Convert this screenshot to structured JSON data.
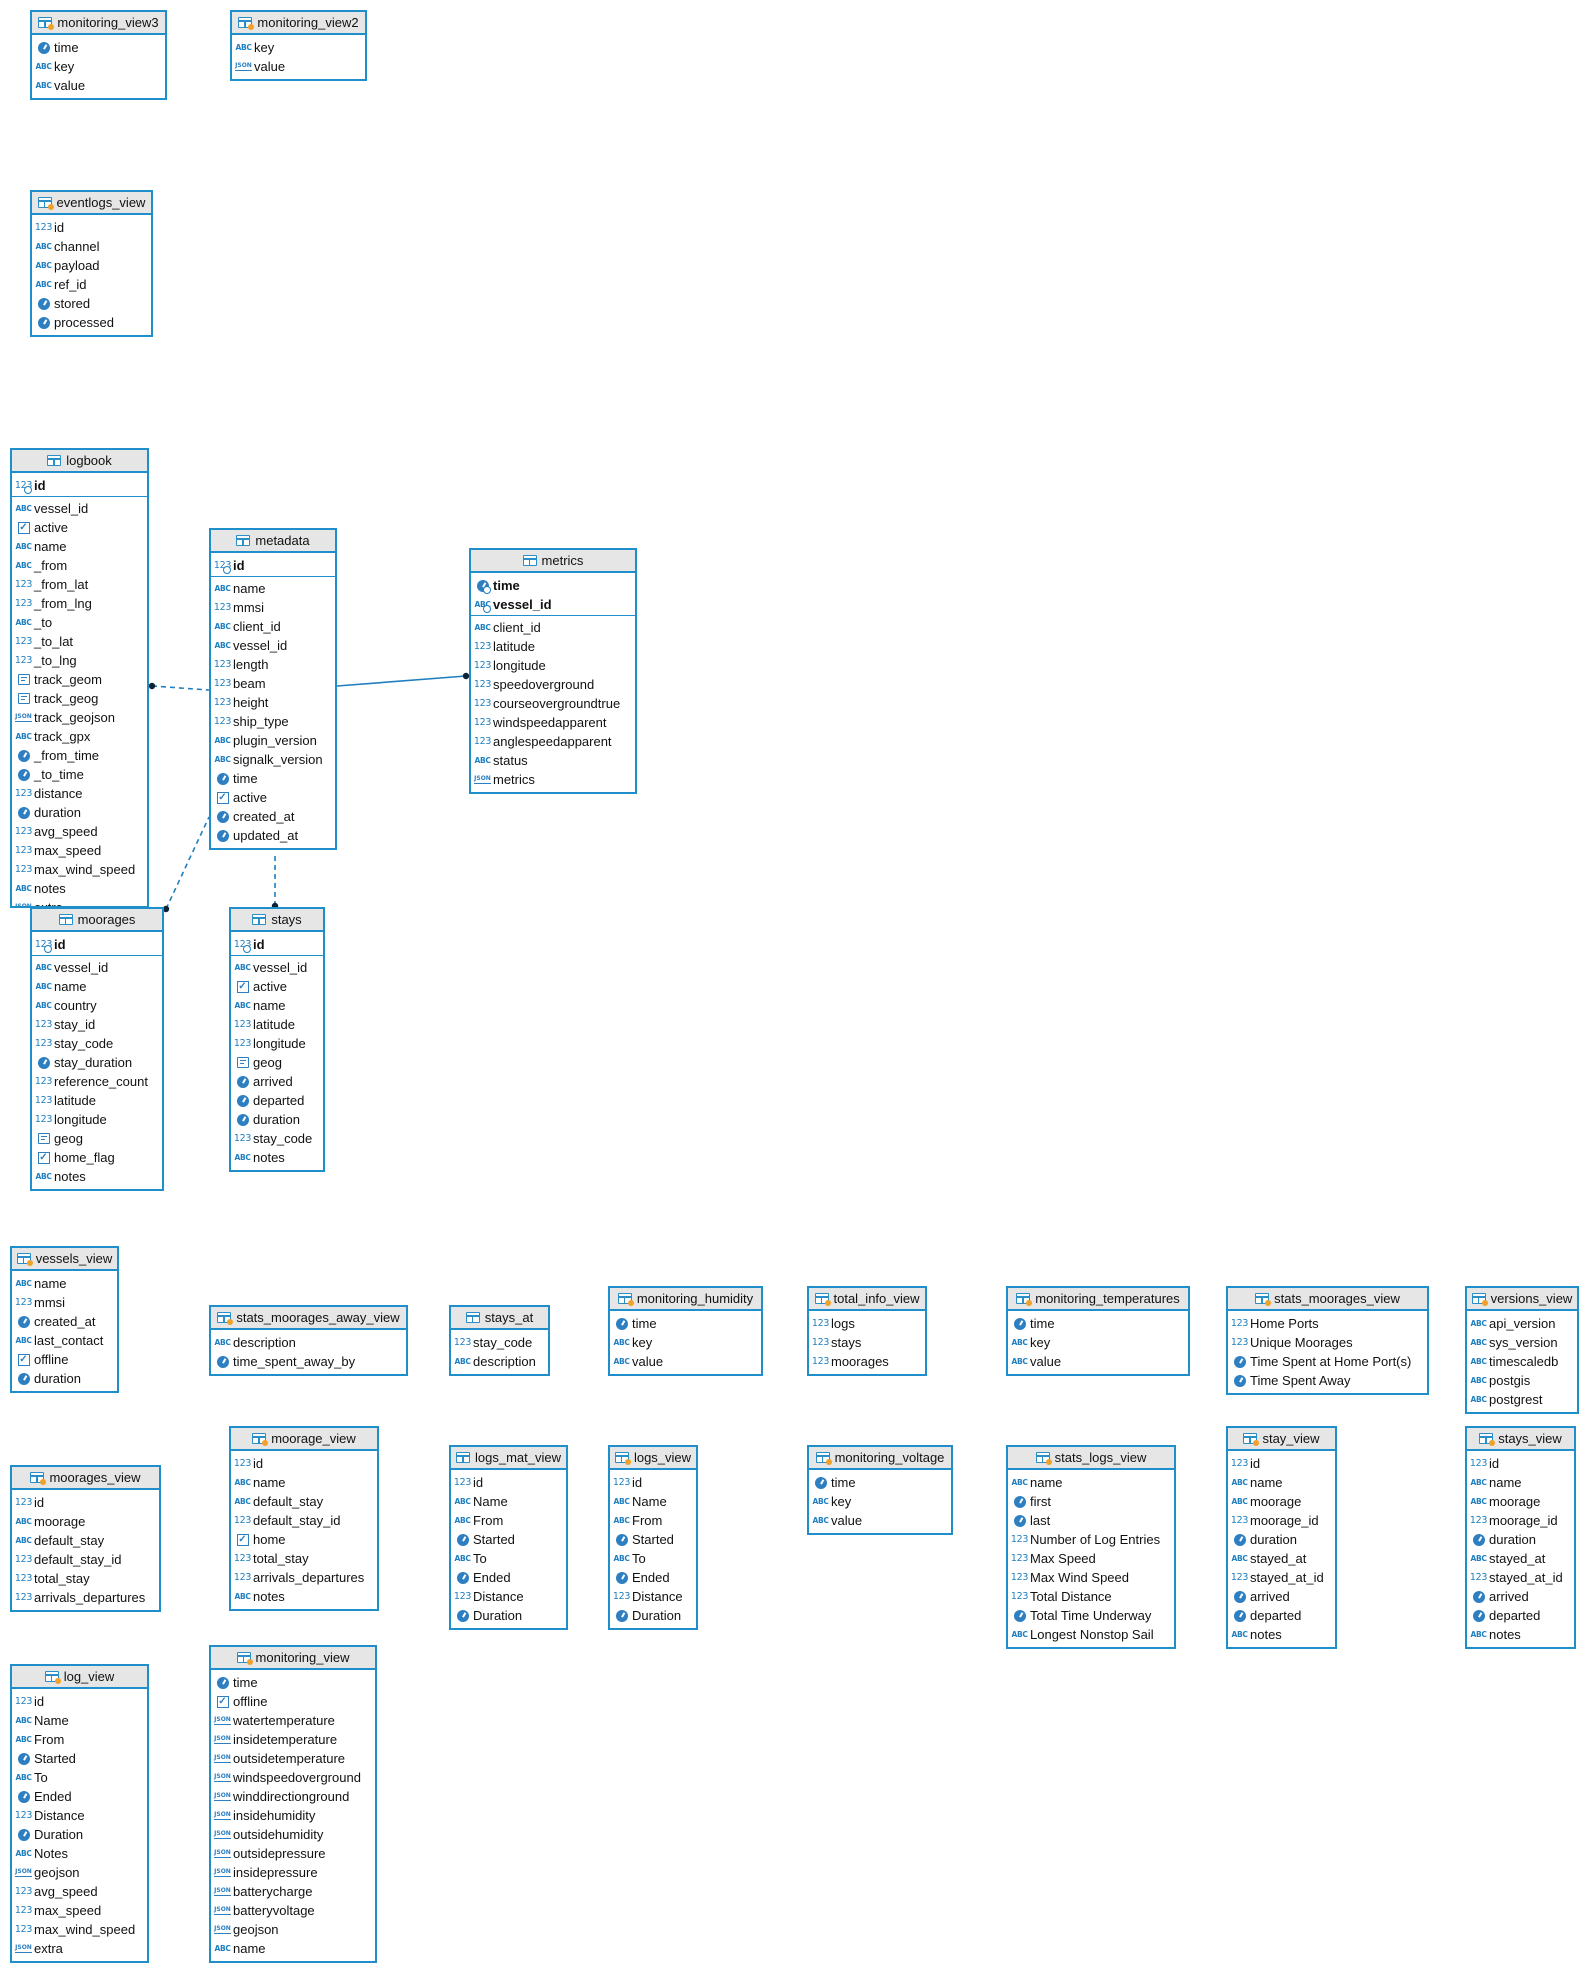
{
  "tables": [
    {
      "id": "monitoring_view3",
      "name": "monitoring_view3",
      "kind": "view",
      "pk": [],
      "cols": [
        {
          "t": "clock",
          "n": "time"
        },
        {
          "t": "abc",
          "n": "key"
        },
        {
          "t": "abc",
          "n": "value"
        }
      ]
    },
    {
      "id": "monitoring_view2",
      "name": "monitoring_view2",
      "kind": "view",
      "pk": [],
      "cols": [
        {
          "t": "abc",
          "n": "key"
        },
        {
          "t": "json",
          "n": "value"
        }
      ]
    },
    {
      "id": "eventlogs_view",
      "name": "eventlogs_view",
      "kind": "view",
      "pk": [],
      "cols": [
        {
          "t": "num",
          "n": "id"
        },
        {
          "t": "abc",
          "n": "channel"
        },
        {
          "t": "abc",
          "n": "payload"
        },
        {
          "t": "abc",
          "n": "ref_id"
        },
        {
          "t": "clock",
          "n": "stored"
        },
        {
          "t": "clock",
          "n": "processed"
        }
      ]
    },
    {
      "id": "logbook",
      "name": "logbook",
      "kind": "table",
      "pk": [
        {
          "t": "numkey",
          "n": "id"
        }
      ],
      "cols": [
        {
          "t": "abc",
          "n": "vessel_id"
        },
        {
          "t": "bool",
          "n": "active"
        },
        {
          "t": "abc",
          "n": "name"
        },
        {
          "t": "abc",
          "n": "_from"
        },
        {
          "t": "num",
          "n": "_from_lat"
        },
        {
          "t": "num",
          "n": "_from_lng"
        },
        {
          "t": "abc",
          "n": "_to"
        },
        {
          "t": "num",
          "n": "_to_lat"
        },
        {
          "t": "num",
          "n": "_to_lng"
        },
        {
          "t": "geo",
          "n": "track_geom"
        },
        {
          "t": "geo",
          "n": "track_geog"
        },
        {
          "t": "json",
          "n": "track_geojson"
        },
        {
          "t": "abc",
          "n": "track_gpx"
        },
        {
          "t": "clock",
          "n": "_from_time"
        },
        {
          "t": "clock",
          "n": "_to_time"
        },
        {
          "t": "num",
          "n": "distance"
        },
        {
          "t": "clock",
          "n": "duration"
        },
        {
          "t": "num",
          "n": "avg_speed"
        },
        {
          "t": "num",
          "n": "max_speed"
        },
        {
          "t": "num",
          "n": "max_wind_speed"
        },
        {
          "t": "abc",
          "n": "notes"
        },
        {
          "t": "json",
          "n": "extra"
        }
      ]
    },
    {
      "id": "metadata",
      "name": "metadata",
      "kind": "table",
      "pk": [
        {
          "t": "numkey",
          "n": "id"
        }
      ],
      "cols": [
        {
          "t": "abc",
          "n": "name"
        },
        {
          "t": "num",
          "n": "mmsi"
        },
        {
          "t": "abc",
          "n": "client_id"
        },
        {
          "t": "abc",
          "n": "vessel_id"
        },
        {
          "t": "num",
          "n": "length"
        },
        {
          "t": "num",
          "n": "beam"
        },
        {
          "t": "num",
          "n": "height"
        },
        {
          "t": "num",
          "n": "ship_type"
        },
        {
          "t": "abc",
          "n": "plugin_version"
        },
        {
          "t": "abc",
          "n": "signalk_version"
        },
        {
          "t": "clock",
          "n": "time"
        },
        {
          "t": "bool",
          "n": "active"
        },
        {
          "t": "clock",
          "n": "created_at"
        },
        {
          "t": "clock",
          "n": "updated_at"
        }
      ]
    },
    {
      "id": "metrics",
      "name": "metrics",
      "kind": "table",
      "pk": [
        {
          "t": "clockkey",
          "n": "time"
        },
        {
          "t": "abckey",
          "n": "vessel_id"
        }
      ],
      "cols": [
        {
          "t": "abc",
          "n": "client_id"
        },
        {
          "t": "num",
          "n": "latitude"
        },
        {
          "t": "num",
          "n": "longitude"
        },
        {
          "t": "num",
          "n": "speedoverground"
        },
        {
          "t": "num",
          "n": "courseovergroundtrue"
        },
        {
          "t": "num",
          "n": "windspeedapparent"
        },
        {
          "t": "num",
          "n": "anglespeedapparent"
        },
        {
          "t": "abc",
          "n": "status"
        },
        {
          "t": "json",
          "n": "metrics"
        }
      ]
    },
    {
      "id": "moorages",
      "name": "moorages",
      "kind": "table",
      "pk": [
        {
          "t": "numkey",
          "n": "id"
        }
      ],
      "cols": [
        {
          "t": "abc",
          "n": "vessel_id"
        },
        {
          "t": "abc",
          "n": "name"
        },
        {
          "t": "abc",
          "n": "country"
        },
        {
          "t": "num",
          "n": "stay_id"
        },
        {
          "t": "num",
          "n": "stay_code"
        },
        {
          "t": "clock",
          "n": "stay_duration"
        },
        {
          "t": "num",
          "n": "reference_count"
        },
        {
          "t": "num",
          "n": "latitude"
        },
        {
          "t": "num",
          "n": "longitude"
        },
        {
          "t": "geo",
          "n": "geog"
        },
        {
          "t": "bool",
          "n": "home_flag"
        },
        {
          "t": "abc",
          "n": "notes"
        }
      ]
    },
    {
      "id": "stays",
      "name": "stays",
      "kind": "table",
      "pk": [
        {
          "t": "numkey",
          "n": "id"
        }
      ],
      "cols": [
        {
          "t": "abc",
          "n": "vessel_id"
        },
        {
          "t": "bool",
          "n": "active"
        },
        {
          "t": "abc",
          "n": "name"
        },
        {
          "t": "num",
          "n": "latitude"
        },
        {
          "t": "num",
          "n": "longitude"
        },
        {
          "t": "geo",
          "n": "geog"
        },
        {
          "t": "clock",
          "n": "arrived"
        },
        {
          "t": "clock",
          "n": "departed"
        },
        {
          "t": "clock",
          "n": "duration"
        },
        {
          "t": "num",
          "n": "stay_code"
        },
        {
          "t": "abc",
          "n": "notes"
        }
      ]
    },
    {
      "id": "vessels_view",
      "name": "vessels_view",
      "kind": "view",
      "pk": [],
      "cols": [
        {
          "t": "abc",
          "n": "name"
        },
        {
          "t": "num",
          "n": "mmsi"
        },
        {
          "t": "clock",
          "n": "created_at"
        },
        {
          "t": "abc",
          "n": "last_contact"
        },
        {
          "t": "bool",
          "n": "offline"
        },
        {
          "t": "clock",
          "n": "duration"
        }
      ]
    },
    {
      "id": "stats_moorages_away_view",
      "name": "stats_moorages_away_view",
      "kind": "view",
      "pk": [],
      "cols": [
        {
          "t": "abc",
          "n": "description"
        },
        {
          "t": "clock",
          "n": "time_spent_away_by"
        }
      ]
    },
    {
      "id": "stays_at",
      "name": "stays_at",
      "kind": "table",
      "pk": [],
      "cols": [
        {
          "t": "num",
          "n": "stay_code"
        },
        {
          "t": "abc",
          "n": "description"
        }
      ]
    },
    {
      "id": "monitoring_humidity",
      "name": "monitoring_humidity",
      "kind": "view",
      "pk": [],
      "cols": [
        {
          "t": "clock",
          "n": "time"
        },
        {
          "t": "abc",
          "n": "key"
        },
        {
          "t": "abc",
          "n": "value"
        }
      ]
    },
    {
      "id": "total_info_view",
      "name": "total_info_view",
      "kind": "view",
      "pk": [],
      "cols": [
        {
          "t": "num",
          "n": "logs"
        },
        {
          "t": "num",
          "n": "stays"
        },
        {
          "t": "num",
          "n": "moorages"
        }
      ]
    },
    {
      "id": "monitoring_temperatures",
      "name": "monitoring_temperatures",
      "kind": "view",
      "pk": [],
      "cols": [
        {
          "t": "clock",
          "n": "time"
        },
        {
          "t": "abc",
          "n": "key"
        },
        {
          "t": "abc",
          "n": "value"
        }
      ]
    },
    {
      "id": "stats_moorages_view",
      "name": "stats_moorages_view",
      "kind": "view",
      "pk": [],
      "cols": [
        {
          "t": "num",
          "n": "Home Ports"
        },
        {
          "t": "num",
          "n": "Unique Moorages"
        },
        {
          "t": "clock",
          "n": "Time Spent at Home Port(s)"
        },
        {
          "t": "clock",
          "n": "Time Spent Away"
        }
      ]
    },
    {
      "id": "versions_view",
      "name": "versions_view",
      "kind": "view",
      "pk": [],
      "cols": [
        {
          "t": "abc",
          "n": "api_version"
        },
        {
          "t": "abc",
          "n": "sys_version"
        },
        {
          "t": "abc",
          "n": "timescaledb"
        },
        {
          "t": "abc",
          "n": "postgis"
        },
        {
          "t": "abc",
          "n": "postgrest"
        }
      ]
    },
    {
      "id": "moorages_view",
      "name": "moorages_view",
      "kind": "view",
      "pk": [],
      "cols": [
        {
          "t": "num",
          "n": "id"
        },
        {
          "t": "abc",
          "n": "moorage"
        },
        {
          "t": "abc",
          "n": "default_stay"
        },
        {
          "t": "num",
          "n": "default_stay_id"
        },
        {
          "t": "num",
          "n": "total_stay"
        },
        {
          "t": "num",
          "n": "arrivals_departures"
        }
      ]
    },
    {
      "id": "moorage_view",
      "name": "moorage_view",
      "kind": "view",
      "pk": [],
      "cols": [
        {
          "t": "num",
          "n": "id"
        },
        {
          "t": "abc",
          "n": "name"
        },
        {
          "t": "abc",
          "n": "default_stay"
        },
        {
          "t": "num",
          "n": "default_stay_id"
        },
        {
          "t": "bool",
          "n": "home"
        },
        {
          "t": "num",
          "n": "total_stay"
        },
        {
          "t": "num",
          "n": "arrivals_departures"
        },
        {
          "t": "abc",
          "n": "notes"
        }
      ]
    },
    {
      "id": "logs_mat_view",
      "name": "logs_mat_view",
      "kind": "table",
      "pk": [],
      "cols": [
        {
          "t": "num",
          "n": "id"
        },
        {
          "t": "abc",
          "n": "Name"
        },
        {
          "t": "abc",
          "n": "From"
        },
        {
          "t": "clock",
          "n": "Started"
        },
        {
          "t": "abc",
          "n": "To"
        },
        {
          "t": "clock",
          "n": "Ended"
        },
        {
          "t": "num",
          "n": "Distance"
        },
        {
          "t": "clock",
          "n": "Duration"
        }
      ]
    },
    {
      "id": "logs_view",
      "name": "logs_view",
      "kind": "view",
      "pk": [],
      "cols": [
        {
          "t": "num",
          "n": "id"
        },
        {
          "t": "abc",
          "n": "Name"
        },
        {
          "t": "abc",
          "n": "From"
        },
        {
          "t": "clock",
          "n": "Started"
        },
        {
          "t": "abc",
          "n": "To"
        },
        {
          "t": "clock",
          "n": "Ended"
        },
        {
          "t": "num",
          "n": "Distance"
        },
        {
          "t": "clock",
          "n": "Duration"
        }
      ]
    },
    {
      "id": "monitoring_voltage",
      "name": "monitoring_voltage",
      "kind": "view",
      "pk": [],
      "cols": [
        {
          "t": "clock",
          "n": "time"
        },
        {
          "t": "abc",
          "n": "key"
        },
        {
          "t": "abc",
          "n": "value"
        }
      ]
    },
    {
      "id": "stats_logs_view",
      "name": "stats_logs_view",
      "kind": "view",
      "pk": [],
      "cols": [
        {
          "t": "abc",
          "n": "name"
        },
        {
          "t": "clock",
          "n": "first"
        },
        {
          "t": "clock",
          "n": "last"
        },
        {
          "t": "num",
          "n": "Number of Log Entries"
        },
        {
          "t": "num",
          "n": "Max Speed"
        },
        {
          "t": "num",
          "n": "Max Wind Speed"
        },
        {
          "t": "num",
          "n": "Total Distance"
        },
        {
          "t": "clock",
          "n": "Total Time Underway"
        },
        {
          "t": "abc",
          "n": "Longest Nonstop Sail"
        }
      ]
    },
    {
      "id": "stay_view",
      "name": "stay_view",
      "kind": "view",
      "pk": [],
      "cols": [
        {
          "t": "num",
          "n": "id"
        },
        {
          "t": "abc",
          "n": "name"
        },
        {
          "t": "abc",
          "n": "moorage"
        },
        {
          "t": "num",
          "n": "moorage_id"
        },
        {
          "t": "clock",
          "n": "duration"
        },
        {
          "t": "abc",
          "n": "stayed_at"
        },
        {
          "t": "num",
          "n": "stayed_at_id"
        },
        {
          "t": "clock",
          "n": "arrived"
        },
        {
          "t": "clock",
          "n": "departed"
        },
        {
          "t": "abc",
          "n": "notes"
        }
      ]
    },
    {
      "id": "stays_view",
      "name": "stays_view",
      "kind": "view",
      "pk": [],
      "cols": [
        {
          "t": "num",
          "n": "id"
        },
        {
          "t": "abc",
          "n": "name"
        },
        {
          "t": "abc",
          "n": "moorage"
        },
        {
          "t": "num",
          "n": "moorage_id"
        },
        {
          "t": "clock",
          "n": "duration"
        },
        {
          "t": "abc",
          "n": "stayed_at"
        },
        {
          "t": "num",
          "n": "stayed_at_id"
        },
        {
          "t": "clock",
          "n": "arrived"
        },
        {
          "t": "clock",
          "n": "departed"
        },
        {
          "t": "abc",
          "n": "notes"
        }
      ]
    },
    {
      "id": "log_view",
      "name": "log_view",
      "kind": "view",
      "pk": [],
      "cols": [
        {
          "t": "num",
          "n": "id"
        },
        {
          "t": "abc",
          "n": "Name"
        },
        {
          "t": "abc",
          "n": "From"
        },
        {
          "t": "clock",
          "n": "Started"
        },
        {
          "t": "abc",
          "n": "To"
        },
        {
          "t": "clock",
          "n": "Ended"
        },
        {
          "t": "num",
          "n": "Distance"
        },
        {
          "t": "clock",
          "n": "Duration"
        },
        {
          "t": "abc",
          "n": "Notes"
        },
        {
          "t": "json",
          "n": "geojson"
        },
        {
          "t": "num",
          "n": "avg_speed"
        },
        {
          "t": "num",
          "n": "max_speed"
        },
        {
          "t": "num",
          "n": "max_wind_speed"
        },
        {
          "t": "json",
          "n": "extra"
        }
      ]
    },
    {
      "id": "monitoring_view",
      "name": "monitoring_view",
      "kind": "view",
      "pk": [],
      "cols": [
        {
          "t": "clock",
          "n": "time"
        },
        {
          "t": "bool",
          "n": "offline"
        },
        {
          "t": "json",
          "n": "watertemperature"
        },
        {
          "t": "json",
          "n": "insidetemperature"
        },
        {
          "t": "json",
          "n": "outsidetemperature"
        },
        {
          "t": "json",
          "n": "windspeedoverground"
        },
        {
          "t": "json",
          "n": "winddirectionground"
        },
        {
          "t": "json",
          "n": "insidehumidity"
        },
        {
          "t": "json",
          "n": "outsidehumidity"
        },
        {
          "t": "json",
          "n": "outsidepressure"
        },
        {
          "t": "json",
          "n": "insidepressure"
        },
        {
          "t": "json",
          "n": "batterycharge"
        },
        {
          "t": "json",
          "n": "batteryvoltage"
        },
        {
          "t": "json",
          "n": "geojson"
        },
        {
          "t": "abc",
          "n": "name"
        }
      ]
    }
  ],
  "relations": [
    {
      "from": "logbook",
      "to": "metadata",
      "style": "dashed"
    },
    {
      "from": "metrics",
      "to": "metadata",
      "style": "solid"
    },
    {
      "from": "moorages",
      "to": "metadata",
      "style": "dashed"
    },
    {
      "from": "stays",
      "to": "metadata",
      "style": "dashed"
    }
  ],
  "colors": {
    "border": "#1f8fcb",
    "header_bg": "#e6e6e6",
    "icon": "#1f7fc0",
    "view_badge": "#f1a02a",
    "link": "#1f7fc0"
  }
}
